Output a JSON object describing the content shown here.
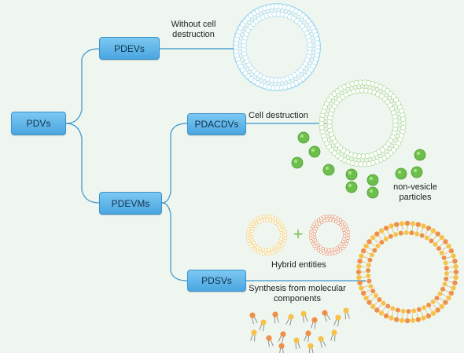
{
  "nodes": {
    "root": "PDVs",
    "pdevs": "PDEVs",
    "pdevms": "PDEVMs",
    "pdacdvs": "PDACDVs",
    "pdsvs": "PDSVs"
  },
  "labels": {
    "without_cell_line1": "Without cell",
    "without_cell_line2": "destruction",
    "cell_destruction": "Cell destruction",
    "non_vesicle_line1": "non-vesicle",
    "non_vesicle_line2": "particles",
    "hybrid_entities": "Hybrid entities",
    "plus": "+",
    "synthesis_line1": "Synthesis from molecular",
    "synthesis_line2": "components"
  },
  "colors": {
    "box": "#5bb3e8",
    "connector": "#3b93cc",
    "vesicle_blue": "#78c8ee",
    "vesicle_green": "#7cc35a",
    "particle_green": "#6cbf4a",
    "lipid_orange": "#ef8f4a",
    "lipid_yellow": "#f6c24a",
    "hybrid_red": "#e0734a"
  }
}
